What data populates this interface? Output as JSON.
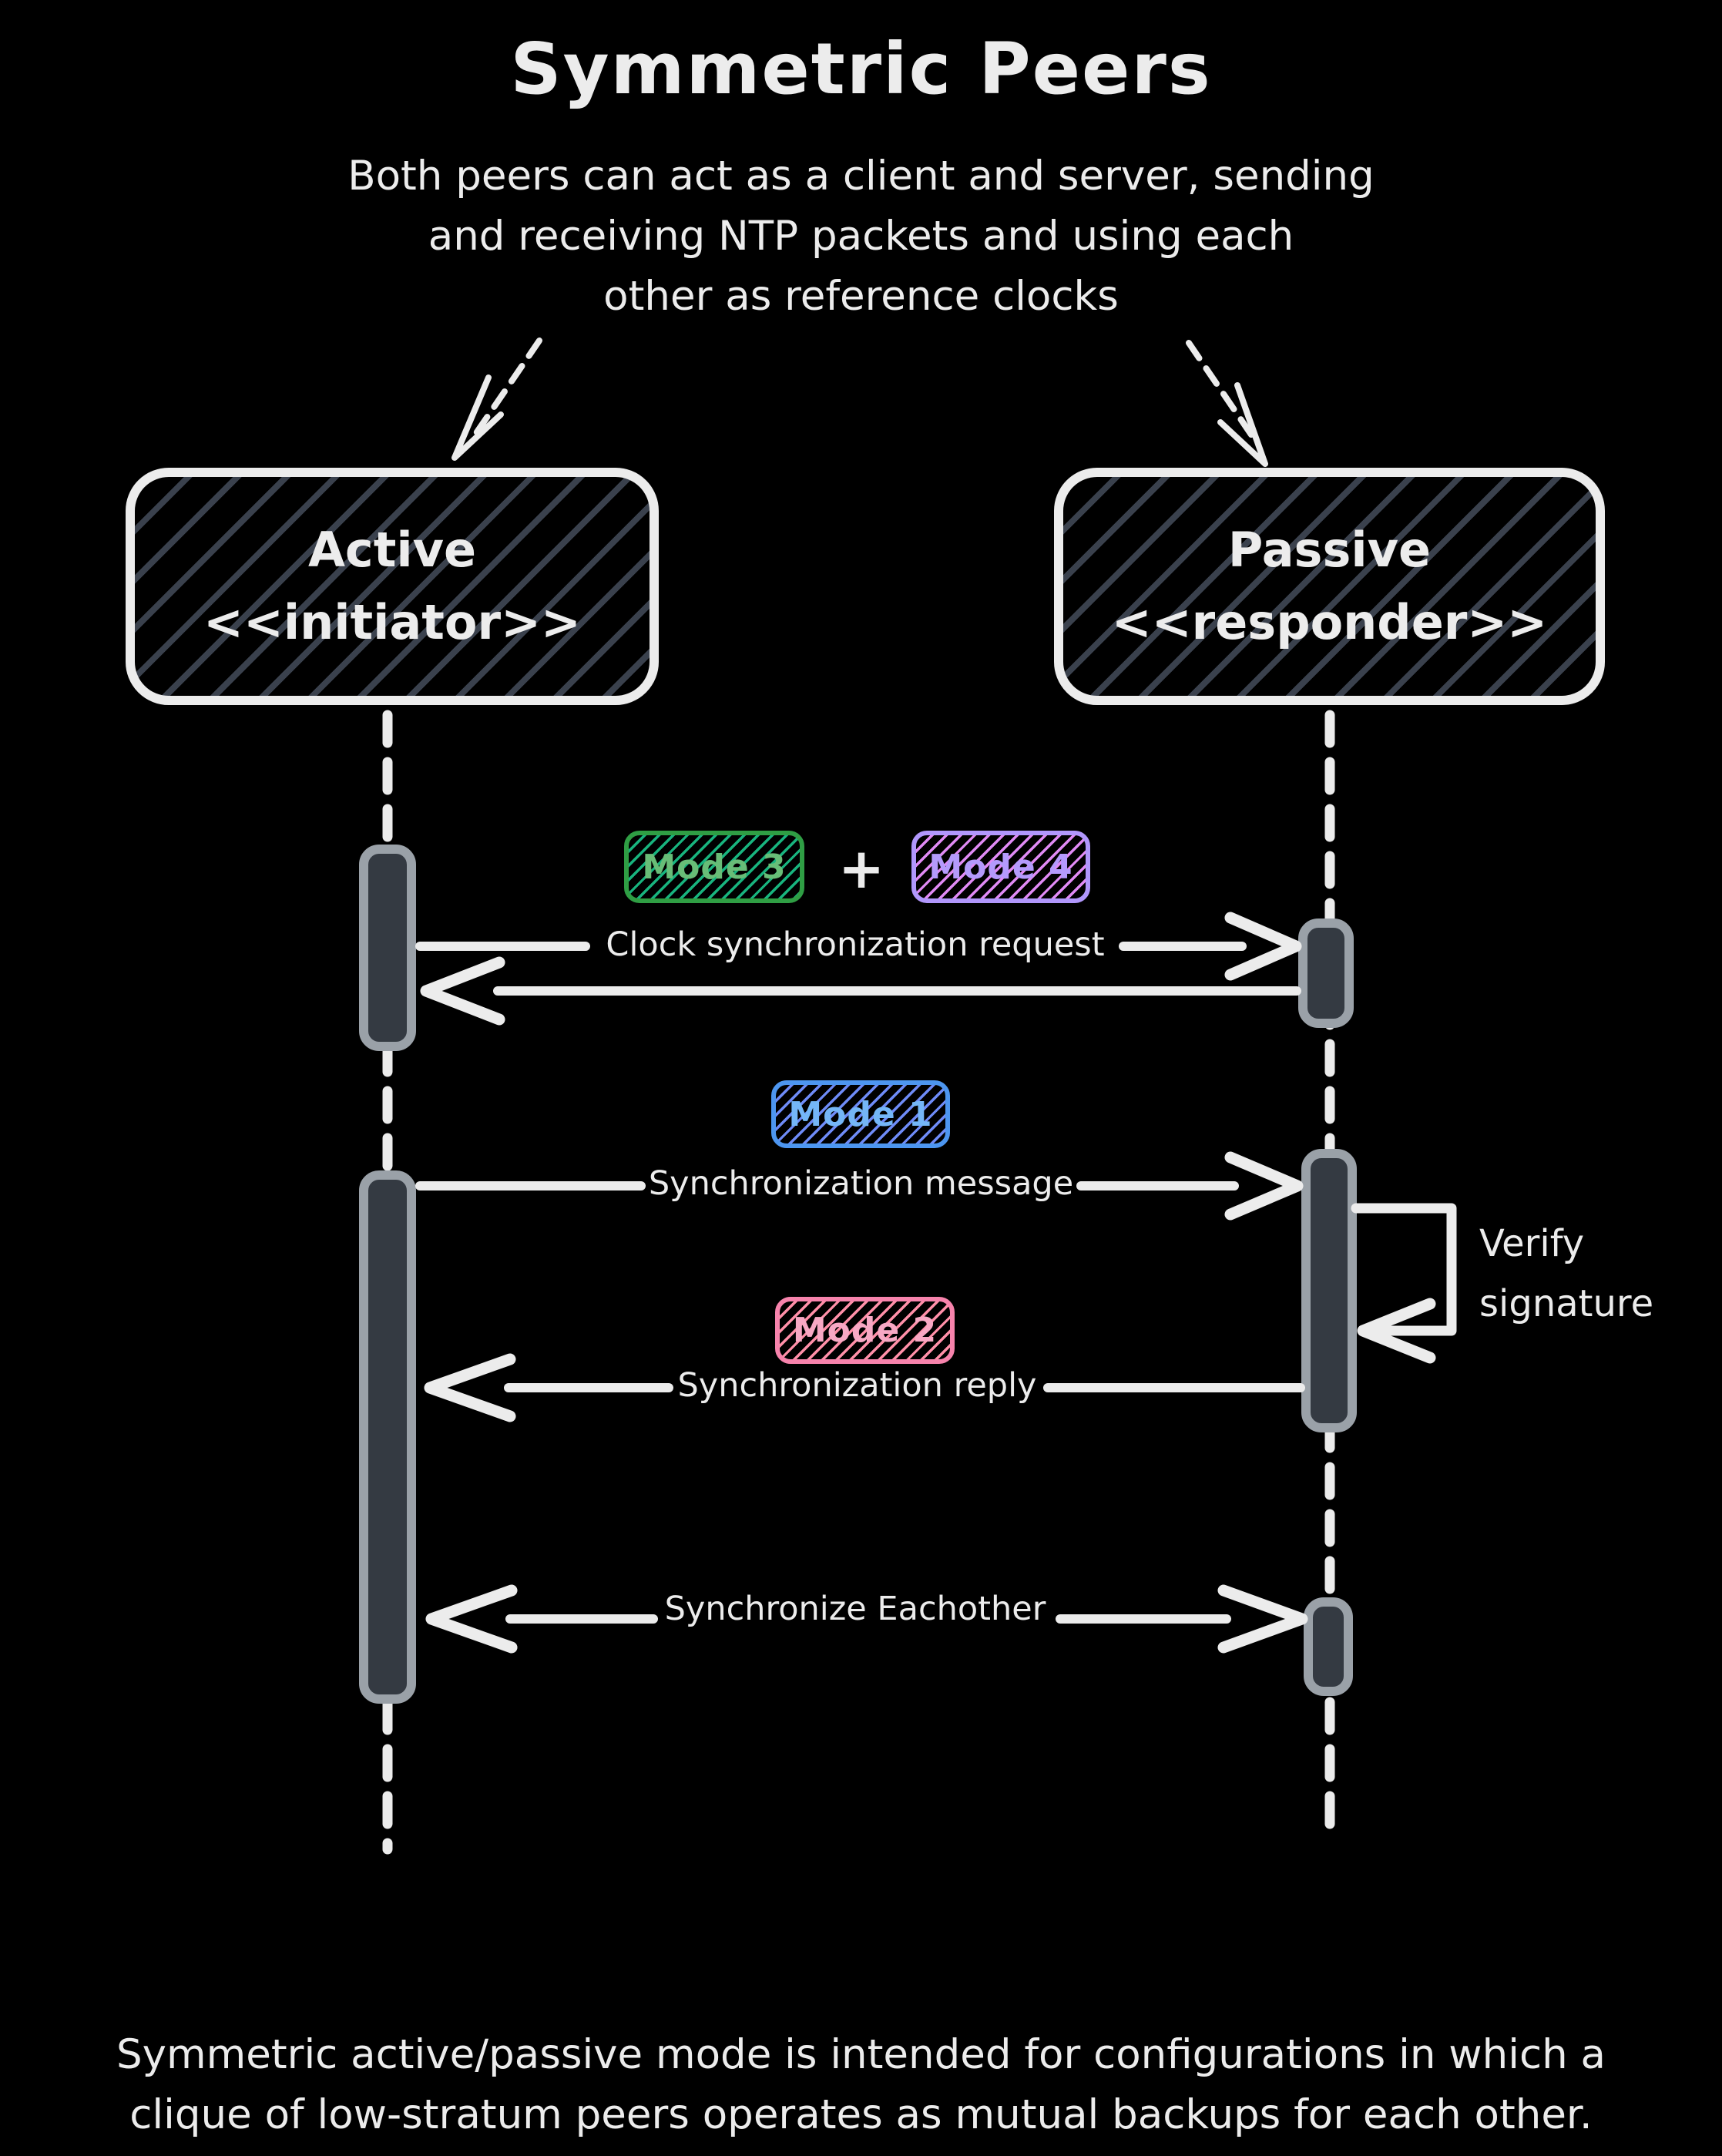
{
  "title": "Symmetric Peers",
  "subtitle": "Both peers can act as a client and server, sending\nand receiving NTP packets and using each\nother as reference clocks",
  "actors": {
    "active": {
      "name": "Active",
      "stereotype": "<<initiator>>"
    },
    "passive": {
      "name": "Passive",
      "stereotype": "<<responder>>"
    }
  },
  "badges": {
    "mode3": {
      "label": "Mode 3"
    },
    "mode4": {
      "label": "Mode 4"
    },
    "mode1": {
      "label": "Mode 1"
    },
    "mode2": {
      "label": "Mode 2"
    },
    "plus": "+"
  },
  "messages": {
    "clock_sync_request": "Clock synchronization request",
    "sync_message": "Synchronization message",
    "verify_signature": "Verify\nsignature",
    "sync_reply": "Synchronization reply",
    "synchronize_eachother": "Synchronize Eachother"
  },
  "footer": "Symmetric active/passive mode is intended for configurations in which a\nclique of low-stratum peers operates as mutual backups for each other.",
  "colors": {
    "background": "#000000",
    "ink": "#ececec",
    "box-hatch": "#3a414d",
    "bar-fill": "#343a42",
    "bar-border": "#9aa1a8",
    "mode1-border": "#4d96f0",
    "mode1-hatch": "#6e8bf7",
    "mode1-text": "#74b6f7",
    "mode2-border": "#f783ac",
    "mode2-hatch": "#ff8fa8",
    "mode2-text": "#f7a8c4",
    "mode3-border": "#2f9e44",
    "mode3-hatch": "#18b47e",
    "mode3-text": "#68bd77",
    "mode4-border": "#b197fc",
    "mode4-hatch": "#e08af5",
    "mode4-text": "#b49afc"
  }
}
